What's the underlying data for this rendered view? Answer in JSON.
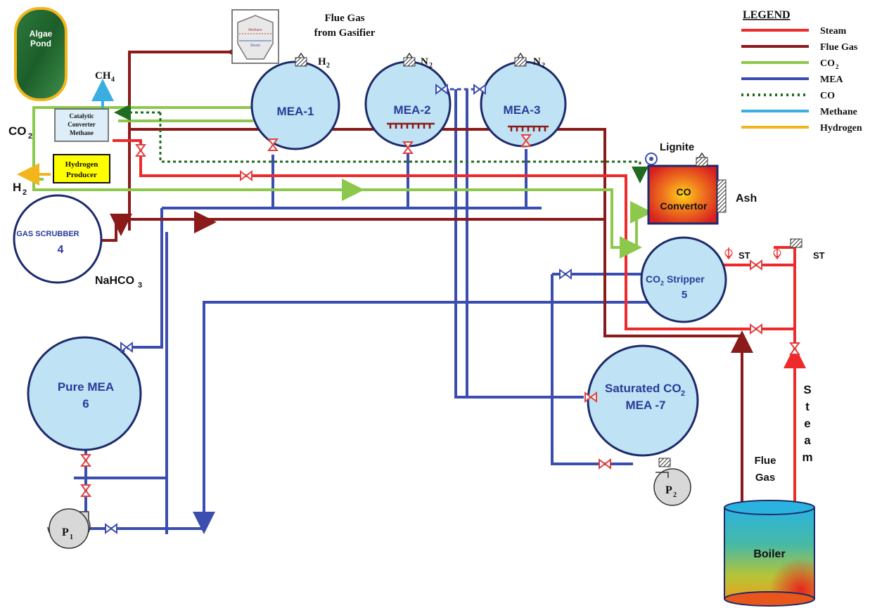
{
  "colors": {
    "steam": "#ee2a2a",
    "flue_gas": "#8b1a1a",
    "co2": "#8cc84b",
    "mea": "#3b4eb0",
    "co": "#1f6b1f",
    "methane": "#3aaee0",
    "hydrogen": "#f2b51c",
    "tank_fill": "#bfe3f4",
    "tank_stroke": "#1d2a6b",
    "valve": "#e04040"
  },
  "legend": {
    "title": "LEGEND",
    "items": [
      {
        "label": "Steam",
        "sub": "",
        "color": "#ee2a2a",
        "style": "solid"
      },
      {
        "label": "Flue Gas",
        "sub": "",
        "color": "#8b1a1a",
        "style": "solid"
      },
      {
        "label": "CO",
        "sub": "2",
        "color": "#8cc84b",
        "style": "solid"
      },
      {
        "label": "MEA",
        "sub": "",
        "color": "#3b4eb0",
        "style": "solid"
      },
      {
        "label": "CO",
        "sub": "",
        "color": "#1f6b1f",
        "style": "dotted"
      },
      {
        "label": "Methane",
        "sub": "",
        "color": "#3aaee0",
        "style": "solid"
      },
      {
        "label": "Hydrogen",
        "sub": "",
        "color": "#f2b51c",
        "style": "solid"
      }
    ]
  },
  "labels": {
    "algae_pond_line1": "Algae",
    "algae_pond_line2": "Pond",
    "gasifier_line1": "Flue Gas",
    "gasifier_line2": "from Gasifier",
    "gasifier_icon_text1": "Methane",
    "gasifier_icon_text2": "Steam",
    "h2_vent": "H",
    "h2_vent_sub": "2",
    "n2_vent": "N",
    "n2_vent_sub": "2",
    "ch4": "CH",
    "ch4_sub": "4",
    "co2_side": "CO",
    "co2_side_sub": "2",
    "h2_side": "H",
    "h2_side_sub": "2",
    "cat_conv_line1": "Catalytic",
    "cat_conv_line2": "Converter",
    "cat_conv_line3": "Methane",
    "h2_prod_line1": "Hydrogen",
    "h2_prod_line2": "Producer",
    "mea1": "MEA-1",
    "mea2": "MEA-2",
    "mea3": "MEA-3",
    "gas_scrubber": "GAS SCRUBBER",
    "gas_scrubber_num": "4",
    "nahco3": "NaHCO",
    "nahco3_sub": "3",
    "lignite": "Lignite",
    "co_conv_line1": "CO",
    "co_conv_line2": "Convertor",
    "ash": "Ash",
    "stripper_co": "CO",
    "stripper_sub": "2",
    "stripper_word": "Stripper",
    "stripper_num": "5",
    "st_left": "ST",
    "st_right": "ST",
    "pure_mea_line1": "Pure MEA",
    "pure_mea_num": "6",
    "sat_line1": "Saturated CO",
    "sat_sub": "2",
    "sat_line2": "MEA -7",
    "p1": "P",
    "p1_sub": "1",
    "p2": "P",
    "p2_sub": "2",
    "flue_gas_line1": "Flue",
    "flue_gas_line2": "Gas",
    "steam_vertical": [
      "S",
      "t",
      "e",
      "a",
      "m"
    ],
    "boiler": "Boiler"
  }
}
